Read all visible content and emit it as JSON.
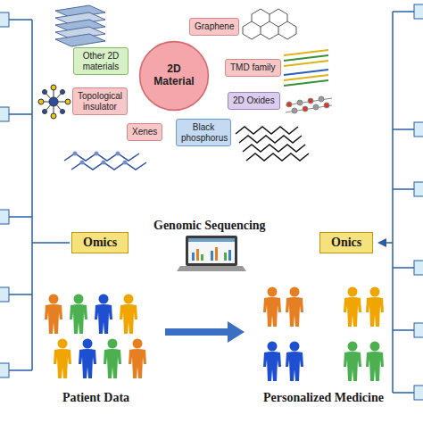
{
  "diagram": {
    "nodes": [
      {
        "text": [
          "2D Material"
        ]
      },
      {
        "text": [
          "Graphene"
        ]
      },
      {
        "text": [
          "TMD family"
        ]
      },
      {
        "text": [
          "2D Oxides"
        ]
      },
      {
        "text": [
          "Black phosphorus"
        ]
      },
      {
        "text": [
          "Xenes"
        ]
      },
      {
        "text": [
          "Topological insulator"
        ]
      },
      {
        "text": [
          "Other 2D materials"
        ]
      },
      {
        "text": [
          "Omics"
        ]
      },
      {
        "text": [
          "Onics"
        ]
      }
    ],
    "labels": [
      "Genomic Sequencing",
      "Patient Data",
      "Personalized Medicine"
    ]
  }
}
